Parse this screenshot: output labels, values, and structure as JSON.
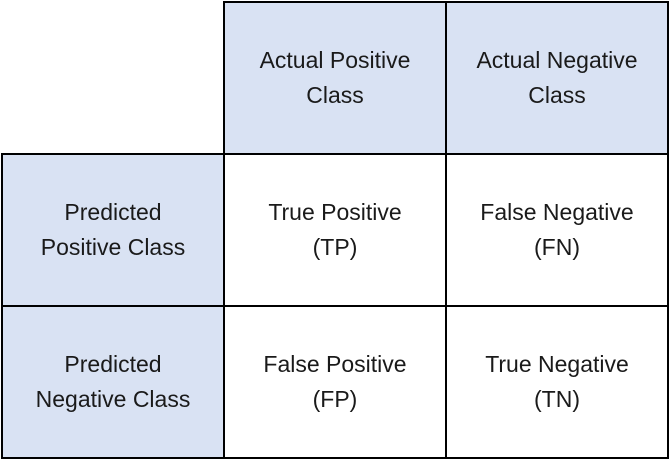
{
  "columns": [
    {
      "label": "Actual Positive\nClass"
    },
    {
      "label": "Actual Negative\nClass"
    }
  ],
  "rows": [
    {
      "label": "Predicted\nPositive Class",
      "cells": [
        "True Positive\n(TP)",
        "False Negative\n(FN)"
      ]
    },
    {
      "label": "Predicted\nNegative Class",
      "cells": [
        "False Positive\n(FP)",
        "True Negative\n(TN)"
      ]
    }
  ],
  "colors": {
    "header_fill": "#d9e2f3",
    "body_fill": "#ffffff",
    "border": "#000000",
    "text": "#1a1a1a"
  }
}
